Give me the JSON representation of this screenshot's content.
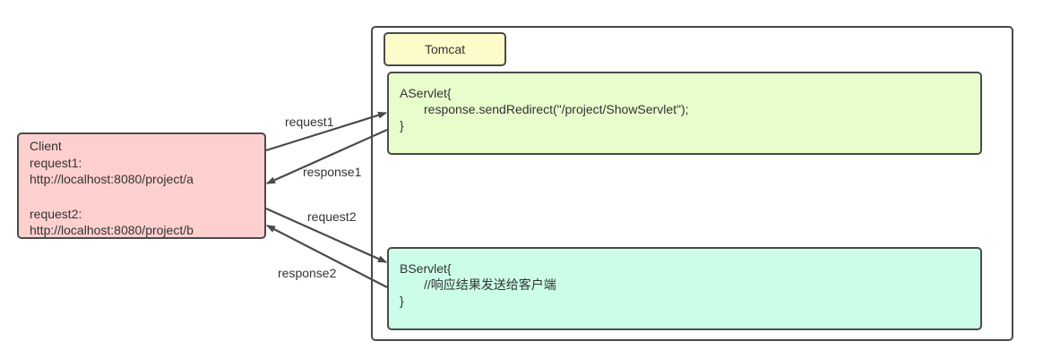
{
  "tomcat": {
    "label": "Tomcat"
  },
  "client": {
    "title": "Client",
    "request1_label": "request1:",
    "request1_url": "http://localhost:8080/project/a",
    "request2_label": "request2:",
    "request2_url": "http://localhost:8080/project/b"
  },
  "aservlet": {
    "open": "AServlet{",
    "body": "response.sendRedirect(\"/project/ShowServlet\");",
    "close": "}"
  },
  "bservlet": {
    "open": "BServlet{",
    "body": "//响应结果发送给客户端",
    "close": "}"
  },
  "arrows": {
    "request1": "request1",
    "response1": "response1",
    "request2": "request2",
    "response2": "response2"
  },
  "colors": {
    "client_fill": "#fdd0cf",
    "tomcat_fill": "#fdfbc9",
    "aservlet_fill": "#e8fdcc",
    "bservlet_fill": "#cbfde8",
    "stroke": "#4a4a4a"
  }
}
